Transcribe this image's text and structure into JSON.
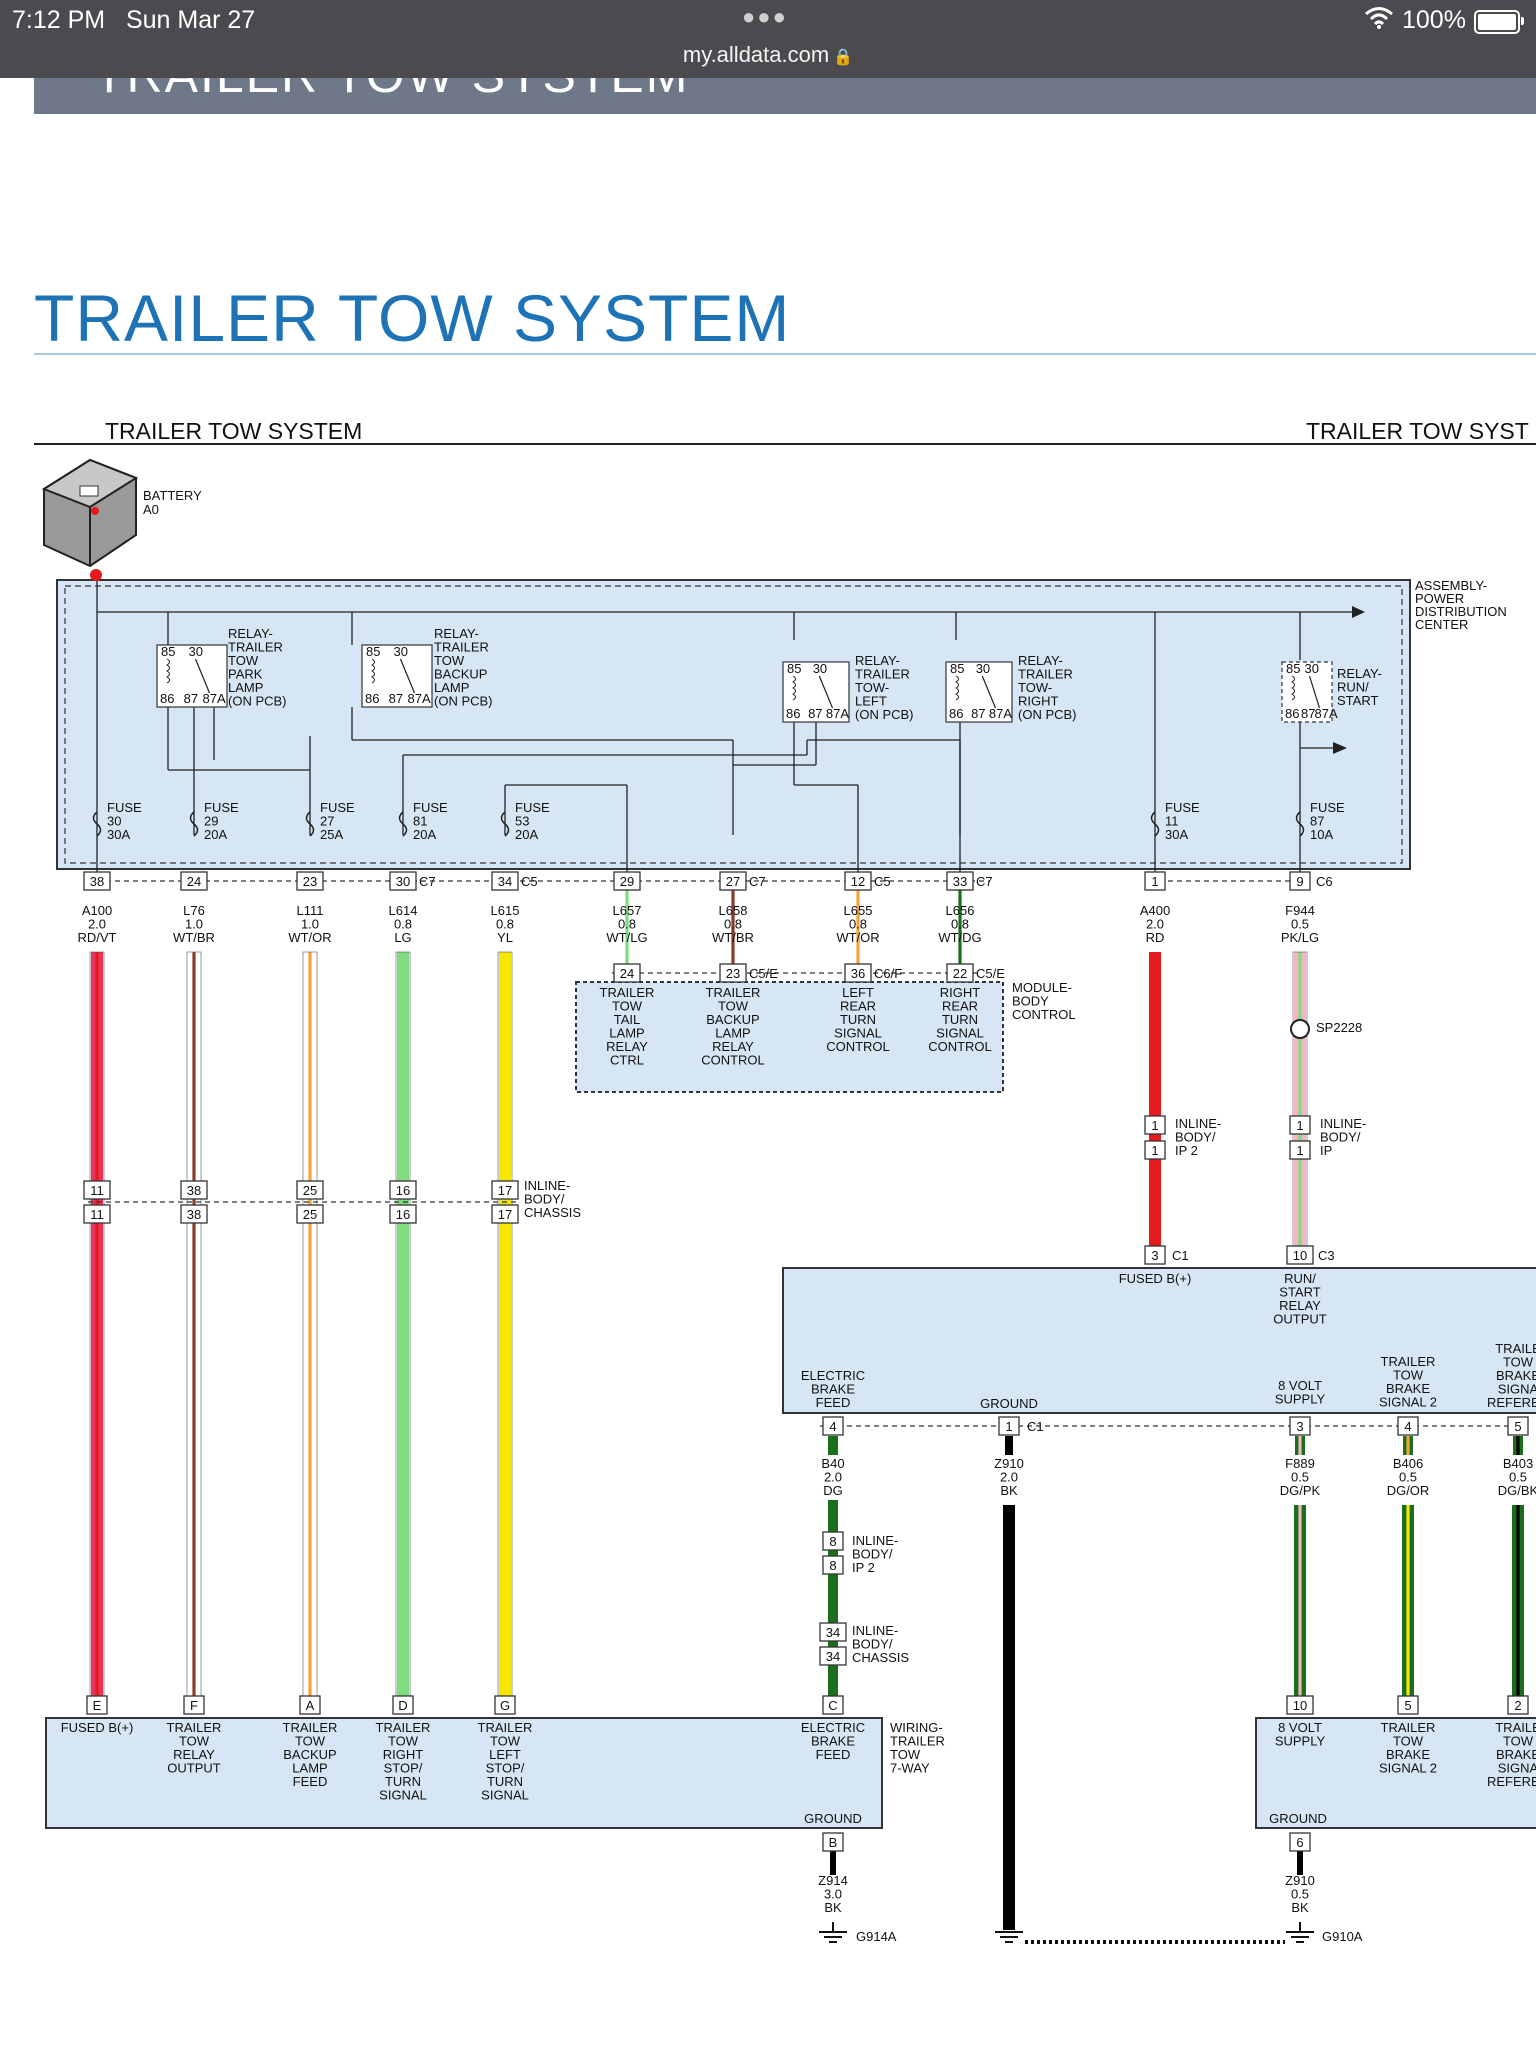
{
  "status_bar": {
    "time": "7:12 PM",
    "date": "Sun Mar 27",
    "url": "my.alldata.com",
    "battery": "100%"
  },
  "banner": {
    "clipped_title": "TRAILER TOW SYSTEM"
  },
  "page_title": "TRAILER TOW SYSTEM",
  "diagram_header": {
    "left": "TRAILER TOW SYSTEM",
    "right": "TRAILER TOW SYST"
  },
  "battery": {
    "label": "BATTERY",
    "code": "A0"
  },
  "pdc": {
    "label": [
      "ASSEMBLY-",
      "POWER",
      "DISTRIBUTION",
      "CENTER"
    ]
  },
  "relays": [
    {
      "label": [
        "RELAY-",
        "TRAILER",
        "TOW",
        "PARK",
        "LAMP",
        "(ON PCB)"
      ]
    },
    {
      "label": [
        "RELAY-",
        "TRAILER",
        "TOW",
        "BACKUP",
        "LAMP",
        "(ON PCB)"
      ]
    },
    {
      "label": [
        "RELAY-",
        "TRAILER",
        "TOW-",
        "LEFT",
        "(ON PCB)"
      ]
    },
    {
      "label": [
        "RELAY-",
        "TRAILER",
        "TOW-",
        "RIGHT",
        "(ON PCB)"
      ]
    },
    {
      "label": [
        "RELAY-",
        "RUN/",
        "START"
      ]
    }
  ],
  "relay_pins": {
    "top": [
      "85",
      "30"
    ],
    "bottom": [
      "86",
      "87",
      "87A"
    ]
  },
  "fuses": [
    {
      "label": [
        "FUSE",
        "30",
        "30A"
      ]
    },
    {
      "label": [
        "FUSE",
        "29",
        "20A"
      ]
    },
    {
      "label": [
        "FUSE",
        "27",
        "25A"
      ]
    },
    {
      "label": [
        "FUSE",
        "81",
        "20A"
      ]
    },
    {
      "label": [
        "FUSE",
        "53",
        "20A"
      ]
    },
    {
      "label": [
        "FUSE",
        "11",
        "30A"
      ]
    },
    {
      "label": [
        "FUSE",
        "87",
        "10A"
      ]
    }
  ],
  "pdc_pins": [
    {
      "pin": "38",
      "conn": ""
    },
    {
      "pin": "24",
      "conn": ""
    },
    {
      "pin": "23",
      "conn": ""
    },
    {
      "pin": "30",
      "conn": "C7"
    },
    {
      "pin": "34",
      "conn": "C5"
    },
    {
      "pin": "29",
      "conn": ""
    },
    {
      "pin": "27",
      "conn": "C7"
    },
    {
      "pin": "12",
      "conn": "C5"
    },
    {
      "pin": "33",
      "conn": "C7"
    },
    {
      "pin": "1",
      "conn": ""
    },
    {
      "pin": "9",
      "conn": "C6"
    }
  ],
  "wires": [
    {
      "circuit": "A100",
      "gauge": "2.0",
      "color": "RD/VT"
    },
    {
      "circuit": "L76",
      "gauge": "1.0",
      "color": "WT/BR"
    },
    {
      "circuit": "L111",
      "gauge": "1.0",
      "color": "WT/OR"
    },
    {
      "circuit": "L614",
      "gauge": "0.8",
      "color": "LG"
    },
    {
      "circuit": "L615",
      "gauge": "0.8",
      "color": "YL"
    },
    {
      "circuit": "L657",
      "gauge": "0.8",
      "color": "WT/LG"
    },
    {
      "circuit": "L658",
      "gauge": "0.8",
      "color": "WT/BR"
    },
    {
      "circuit": "L655",
      "gauge": "0.8",
      "color": "WT/OR"
    },
    {
      "circuit": "L656",
      "gauge": "0.8",
      "color": "WT/DG"
    },
    {
      "circuit": "A400",
      "gauge": "2.0",
      "color": "RD"
    },
    {
      "circuit": "F944",
      "gauge": "0.5",
      "color": "PK/LG"
    }
  ],
  "bcm": {
    "label": [
      "MODULE-",
      "BODY",
      "CONTROL"
    ],
    "pins": [
      {
        "pin": "24",
        "conn": ""
      },
      {
        "pin": "23",
        "conn": "C5/E"
      },
      {
        "pin": "36",
        "conn": "C6/F"
      },
      {
        "pin": "22",
        "conn": "C5/E"
      }
    ],
    "functions": [
      [
        "TRAILER",
        "TOW",
        "TAIL",
        "LAMP",
        "RELAY",
        "CTRL"
      ],
      [
        "TRAILER",
        "TOW",
        "BACKUP",
        "LAMP",
        "RELAY",
        "CONTROL"
      ],
      [
        "LEFT",
        "REAR",
        "TURN",
        "SIGNAL",
        "CONTROL"
      ],
      [
        "RIGHT",
        "REAR",
        "TURN",
        "SIGNAL",
        "CONTROL"
      ]
    ]
  },
  "splice": "SP2228",
  "inline_ip2": {
    "pin": "1",
    "label": [
      "INLINE-",
      "BODY/",
      "IP 2"
    ]
  },
  "inline_ip": {
    "pin": "1",
    "label": [
      "INLINE-",
      "BODY/",
      "IP"
    ]
  },
  "inline_chassis": {
    "pins": [
      "11",
      "38",
      "25",
      "16",
      "17"
    ],
    "label": [
      "INLINE-",
      "BODY/",
      "CHASSIS"
    ]
  },
  "brake_module": {
    "top_pins": [
      {
        "pin": "3",
        "conn": "C1"
      },
      {
        "pin": "10",
        "conn": "C3"
      }
    ],
    "top_labels": [
      [
        "FUSED B(+)"
      ],
      [
        "RUN/",
        "START",
        "RELAY",
        "OUTPUT"
      ]
    ],
    "bottom_labels": [
      [
        "ELECTRIC",
        "BRAKE",
        "FEED"
      ],
      [
        "GROUND"
      ],
      [
        "8 VOLT",
        "SUPPLY"
      ],
      [
        "TRAILER",
        "TOW",
        "BRAKE",
        "SIGNAL 2"
      ],
      [
        "TRAILE",
        "TOW",
        "BRAKE",
        "SIGNA",
        "REFEREN"
      ]
    ],
    "bottom_pins": [
      {
        "pin": "4",
        "conn": ""
      },
      {
        "pin": "1",
        "conn": "C1"
      },
      {
        "pin": "3",
        "conn": ""
      },
      {
        "pin": "4",
        "conn": ""
      },
      {
        "pin": "5",
        "conn": ""
      }
    ],
    "wires": [
      {
        "circuit": "B40",
        "gauge": "2.0",
        "color": "DG"
      },
      {
        "circuit": "Z910",
        "gauge": "2.0",
        "color": "BK"
      },
      {
        "circuit": "F889",
        "gauge": "0.5",
        "color": "DG/PK"
      },
      {
        "circuit": "B406",
        "gauge": "0.5",
        "color": "DG/OR"
      },
      {
        "circuit": "B403",
        "gauge": "0.5",
        "color": "DG/BK"
      }
    ]
  },
  "inline_ip2_b40": {
    "pin": "8",
    "label": [
      "INLINE-",
      "BODY/",
      "IP 2"
    ]
  },
  "inline_chassis_b40": {
    "pin": "34",
    "label": [
      "INLINE-",
      "BODY/",
      "CHASSIS"
    ]
  },
  "connector_7way": {
    "label": [
      "WIRING-",
      "TRAILER",
      "TOW",
      "7-WAY"
    ],
    "pins": [
      "E",
      "F",
      "A",
      "D",
      "G",
      "C"
    ],
    "functions": [
      [
        "FUSED B(+)"
      ],
      [
        "TRAILER",
        "TOW",
        "RELAY",
        "OUTPUT"
      ],
      [
        "TRAILER",
        "TOW",
        "BACKUP",
        "LAMP",
        "FEED"
      ],
      [
        "TRAILER",
        "TOW",
        "RIGHT",
        "STOP/",
        "TURN",
        "SIGNAL"
      ],
      [
        "TRAILER",
        "TOW",
        "LEFT",
        "STOP/",
        "TURN",
        "SIGNAL"
      ],
      [
        "ELECTRIC",
        "BRAKE",
        "FEED"
      ]
    ],
    "ground_label": "GROUND",
    "ground_pin": "B",
    "ground_wire": {
      "circuit": "Z914",
      "gauge": "3.0",
      "color": "BK"
    },
    "ground_point": "G914A"
  },
  "right_connector": {
    "pins": [
      "10",
      "5",
      "2"
    ],
    "functions": [
      [
        "8 VOLT",
        "SUPPLY"
      ],
      [
        "TRAILER",
        "TOW",
        "BRAKE",
        "SIGNAL 2"
      ],
      [
        "TRAILE",
        "TOW",
        "BRAKE",
        "SIGNA",
        "REFEREN"
      ]
    ],
    "ground_label": "GROUND",
    "ground_pin": "6",
    "ground_wire": {
      "circuit": "Z910",
      "gauge": "0.5",
      "color": "BK"
    },
    "ground_point": "G910A"
  },
  "colors": {
    "title_blue": "#1d73b5",
    "panel_fill": "#d6e6f4",
    "status_bar": "#4b4b4f",
    "red": "#e41a1c",
    "rdvt": "#e8345a",
    "yellow": "#f4e800",
    "light_green": "#7fdc7f",
    "orange": "#f2a43a",
    "brown": "#8b3a2b",
    "dark_green": "#1b6e1b",
    "pink": "#f3b5c0",
    "black": "#000000"
  }
}
